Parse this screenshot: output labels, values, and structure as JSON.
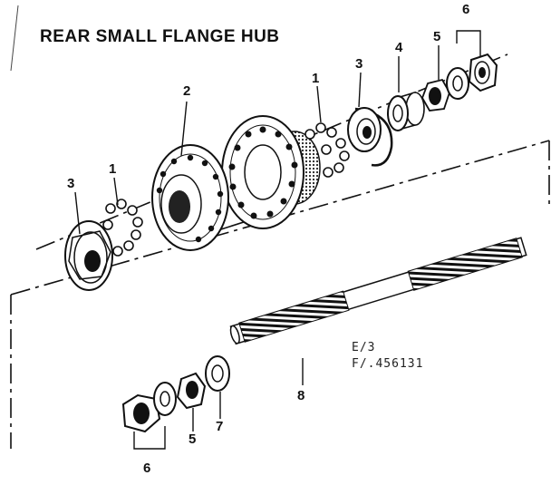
{
  "diagram": {
    "title": "REAR SMALL FLANGE HUB",
    "code_line1": "E/3",
    "code_line2": "F/.456131",
    "callouts": [
      {
        "id": "c1a",
        "label": "1"
      },
      {
        "id": "c1b",
        "label": "1"
      },
      {
        "id": "c2",
        "label": "2"
      },
      {
        "id": "c3a",
        "label": "3"
      },
      {
        "id": "c3b",
        "label": "3"
      },
      {
        "id": "c4",
        "label": "4"
      },
      {
        "id": "c5a",
        "label": "5"
      },
      {
        "id": "c5b",
        "label": "5"
      },
      {
        "id": "c6a",
        "label": "6"
      },
      {
        "id": "c6b",
        "label": "6"
      },
      {
        "id": "c7",
        "label": "7"
      },
      {
        "id": "c8",
        "label": "8"
      }
    ]
  }
}
